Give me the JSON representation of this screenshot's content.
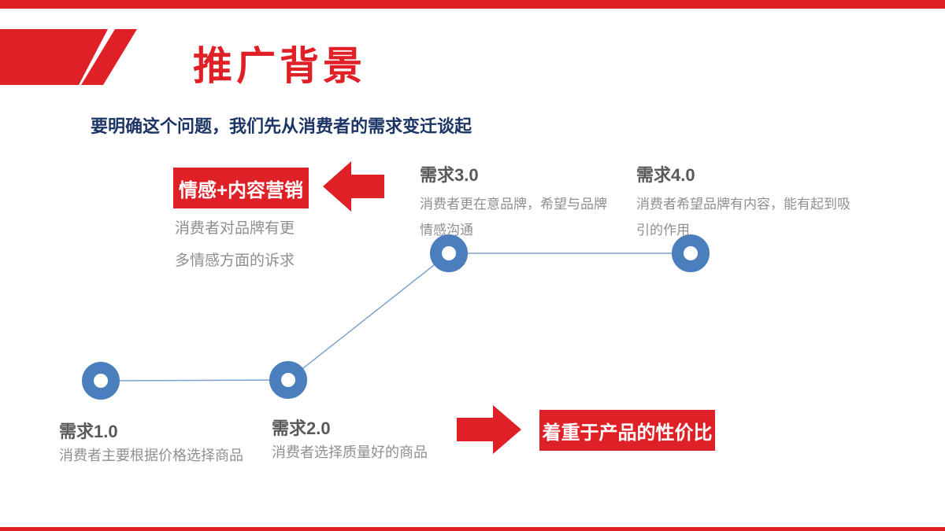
{
  "header": {
    "title": "推广背景"
  },
  "intro": {
    "text": "要明确这个问题，我们先从消费者的需求变迁谈起"
  },
  "stages": [
    {
      "name": "需求1.0",
      "desc": "消费者主要根据价格选择商品"
    },
    {
      "name": "需求2.0",
      "desc": "消费者选择质量好的商品"
    },
    {
      "name": "需求3.0",
      "desc": "消费者更在意品牌，希望与品牌情感沟通"
    },
    {
      "name": "需求4.0",
      "desc": "消费者希望品牌有内容，能有起到吸引的作用"
    }
  ],
  "callouts": {
    "emotion": {
      "label": "情感+内容营销",
      "desc": "消费者对品牌有更多情感方面的诉求"
    },
    "value": {
      "label": "着重于产品的性价比"
    }
  },
  "colors": {
    "accent_red": "#e02027",
    "navy_text": "#1c3566",
    "stage_name_gray": "#595959",
    "stage_desc_gray": "#8f8f8f",
    "node_blue": "#4a7ebd",
    "line_blue": "#7ba2cc"
  },
  "chart_data": {
    "type": "line",
    "categories": [
      "需求1.0",
      "需求2.0",
      "需求3.0",
      "需求4.0"
    ],
    "values": [
      1,
      1,
      2,
      2
    ],
    "title": "消费者需求变迁",
    "xlabel": "",
    "ylabel": "",
    "legend": "none",
    "grid": false,
    "marker": "donut-circle"
  }
}
